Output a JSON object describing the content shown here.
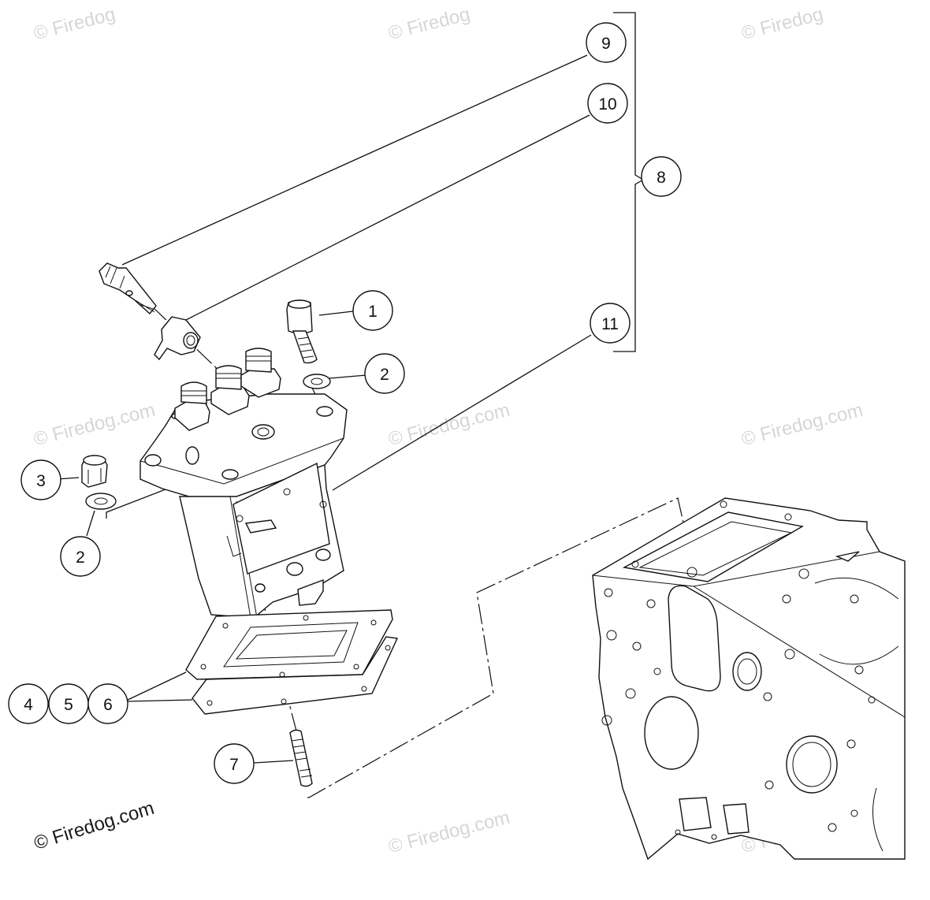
{
  "watermarks": [
    "© Firedog",
    "© Firedog",
    "© Firedog",
    "© Firedog.com",
    "© Firedog.com",
    "© Firedog.com",
    "© Firedog.com",
    "© Firedog.com"
  ],
  "copyright": "© Firedog.com",
  "callouts": [
    {
      "id": "1",
      "label": "1"
    },
    {
      "id": "2a",
      "label": "2"
    },
    {
      "id": "2b",
      "label": "2"
    },
    {
      "id": "3",
      "label": "3"
    },
    {
      "id": "4",
      "label": "4"
    },
    {
      "id": "5",
      "label": "5"
    },
    {
      "id": "6",
      "label": "6"
    },
    {
      "id": "7",
      "label": "7"
    },
    {
      "id": "8",
      "label": "8"
    },
    {
      "id": "9",
      "label": "9"
    },
    {
      "id": "10",
      "label": "10"
    },
    {
      "id": "11",
      "label": "11"
    }
  ],
  "colors": {
    "line": "#111111",
    "watermark": "#d6d6d6",
    "background": "#ffffff"
  }
}
